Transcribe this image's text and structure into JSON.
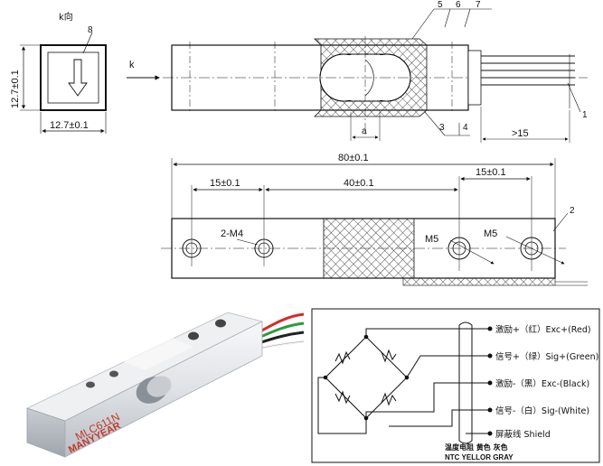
{
  "top_left_view": {
    "direction_label": "k向",
    "part_number": "8",
    "height_dim": "12.7±0.1",
    "width_dim": "12.7±0.1"
  },
  "side_view": {
    "view_arrow_label": "k",
    "part_numbers": [
      "5",
      "6",
      "7",
      "3",
      "4",
      "1"
    ],
    "hole_dim": "a",
    "cable_dim": ">15"
  },
  "front_view": {
    "overall_length": "80±0.1",
    "left_hole_pitch": "15±0.1",
    "center_spacing": "40±0.1",
    "right_hole_pitch": "15±0.1",
    "left_thread": "2-M4",
    "right_thread_a": "M5",
    "right_thread_b": "M5",
    "part_number": "2"
  },
  "product_photo": {
    "model": "MLC611N",
    "brand": "MANYYEAR"
  },
  "wiring": {
    "wires": [
      {
        "label": "激励+（红）Exc+(Red)"
      },
      {
        "label": "信号+（绿）Sig+(Green)"
      },
      {
        "label": "激励-（黑）Exc-(Black)"
      },
      {
        "label": "信号-（白）Sig-(White)"
      },
      {
        "label": "屏蔽线  Shield"
      }
    ],
    "ntc_cn": "温度电阻  黄色  灰色",
    "ntc_en": "NTC  YELLOR  GRAY"
  },
  "colors": {
    "line": "#1a1a1a",
    "photo_bg": "#cfd3d8",
    "wire_red": "#d62a2a",
    "wire_green": "#2c9a3a",
    "wire_black": "#222222",
    "wire_white": "#f4f4f4",
    "brand_red": "#c0392b"
  }
}
